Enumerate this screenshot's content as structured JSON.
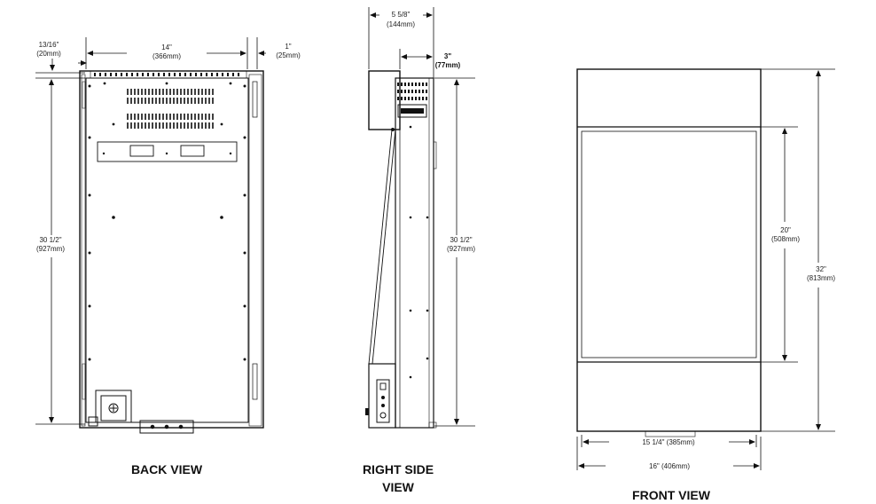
{
  "views": {
    "back": {
      "caption": "BACK VIEW",
      "dims": {
        "left_margin": "13/16\"",
        "left_margin_mm": "(20mm)",
        "width": "14\"",
        "width_mm": "(366mm)",
        "right_margin": "1\"",
        "right_margin_mm": "(25mm)",
        "height": "30 1/2\"",
        "height_mm": "(927mm)"
      }
    },
    "side": {
      "caption_line1": "RIGHT SIDE",
      "caption_line2": "VIEW",
      "dims": {
        "depth": "5 5/8\"",
        "depth_mm": "(144mm)",
        "step": "3\"",
        "step_mm": "(77mm)",
        "height": "30 1/2\"",
        "height_mm": "(927mm)"
      }
    },
    "front": {
      "caption": "FRONT VIEW",
      "dims": {
        "opening_height": "20\"",
        "opening_height_mm": "(508mm)",
        "height": "32\"",
        "height_mm": "(813mm)",
        "inner_width": "15 1/4\" (385mm)",
        "outer_width": "16\" (406mm)"
      }
    }
  }
}
